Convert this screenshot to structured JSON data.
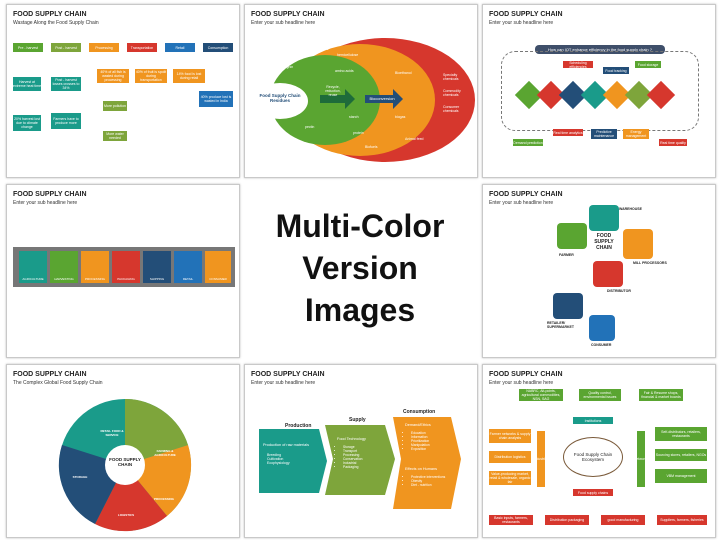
{
  "center": {
    "line1": "Multi-Color",
    "line2": "Version Images"
  },
  "slides": [
    {
      "title": "FOOD SUPPLY CHAIN",
      "sub": "Wastage Along the Food Supply Chain",
      "stages": [
        "Pre - harvest",
        "Post - harvest",
        "Processing",
        "Transportation",
        "Retail",
        "Consumption"
      ],
      "notes": [
        "Harvest at extreme heat time",
        "Post - harvest losses crosses to 34%",
        "40% of all fish is wasted during processing",
        "40% of fruit is spoilt during transportation",
        "14% food is lost during retail",
        "40% produce lost is wasted in India"
      ],
      "notes2": [
        "20% harvest lost due to climate change",
        "Farmers have to produce more",
        "More pollution",
        "More water needed"
      ]
    },
    {
      "title": "FOOD SUPPLY CHAIN",
      "sub": "Enter your sub headline here",
      "center_label": "Food Supply Chain Residues",
      "mid_labels": [
        "Recycle, reduction, reuse",
        "Bioconversion"
      ],
      "words": [
        "cellulose",
        "hemicellulose",
        "lignin",
        "pectin",
        "amino acids",
        "starch",
        "protein",
        "Bioethanol",
        "biogas",
        "Specialty chemicals",
        "Commodity chemicals",
        "Consumer chemicals",
        "Biofuels",
        "Animal feed"
      ]
    },
    {
      "title": "FOOD SUPPLY CHAIN",
      "sub": "Enter your sub headline here",
      "question": "How can IOT enhance efficiency in the food supply chain ?",
      "tags": [
        "Scheduling efficiencies",
        "Food tracking",
        "Food storage",
        "Real time analytics",
        "Predictive maintenance",
        "Energy management",
        "Demand prediction",
        "Real time quality"
      ]
    },
    {
      "title": "FOOD SUPPLY CHAIN",
      "sub": "Enter your sub headline here",
      "steps": [
        "AGRICULTURE",
        "HARVESTING",
        "PROCESSING",
        "PACKAGING",
        "SHIPPING",
        "RETAIL",
        "CONSUMER"
      ]
    },
    {
      "title": "FOOD SUPPLY CHAIN",
      "sub": "Enter your sub headline here",
      "cycle_title": "FOOD SUPPLY CHAIN",
      "nodes": [
        "WAREHOUSE",
        "FARMER",
        "MILL PROCESSORS",
        "DISTRIBUTOR",
        "RETAILER/ SUPERMARKET",
        "CONSUMER"
      ]
    },
    {
      "title": "FOOD SUPPLY CHAIN",
      "sub": "The Complex Global Food Supply Chain",
      "wheel_title": "FOOD SUPPLY CHAIN",
      "segments": [
        "RETAIL FOOD & SERVICE",
        "FARMING & AGRICULTURE",
        "PROCESSING",
        "LOGISTICS",
        "STORAGE"
      ]
    },
    {
      "title": "FOOD SUPPLY CHAIN",
      "sub": "Enter your sub headline here",
      "heads": [
        "Production",
        "Supply",
        "Consumption"
      ],
      "prod_title": "Production of raw materials",
      "prod_items": [
        "Breeding",
        "Cultivation",
        "Ecophysiology"
      ],
      "supply_title": "Food Technology",
      "supply_items": [
        "Storage",
        "Transport",
        "Processing",
        "Conservation",
        "Industrial",
        "Packaging"
      ],
      "cons_title": "Demand/Ethics",
      "cons_items": [
        "Education",
        "Information",
        "Prioritization",
        "Manipulation",
        "Exposition"
      ],
      "cons_title2": "Effects on Humans",
      "cons_items2": [
        "Protective interventions",
        "Obesity",
        "Diet - nutrition"
      ]
    },
    {
      "title": "FOOD SUPPLY CHAIN",
      "sub": "Enter your sub headline here",
      "eco": "Food Supply Chain Ecosystem",
      "top_boxes": [
        "NABRC, Alt-points, agricultural commodities, NSN, SAG",
        "Quality control, environmental issues",
        "Fair & Resume shops, financial & market boards"
      ],
      "side_left": [
        "Farmer networks & supply chain analysts",
        "Distribution logistics",
        "Value-producing market, retail & wholesale, organic fair"
      ],
      "side_right": [
        "Self-distributors, retailers, restaurants",
        "Sourcing stores, retailers, NGOs",
        "VBM management"
      ],
      "bottom_boxes": [
        "Basic inputs, farmers, restaurants",
        "Distribution packaging",
        "good manufacturing",
        "Suppliers, farmers, fisheries"
      ],
      "mid_left": "Industries",
      "mid_right": "Networks",
      "mid_top": "Institutions",
      "mid_bottom": "Food supply chains"
    }
  ],
  "colors": {
    "green": "#5aa531",
    "teal": "#1a9b8a",
    "blue": "#2272b8",
    "orange": "#f0951f",
    "red": "#d6372d",
    "navy": "#234e78",
    "olive": "#7ea53b",
    "darkred": "#b82e24"
  }
}
